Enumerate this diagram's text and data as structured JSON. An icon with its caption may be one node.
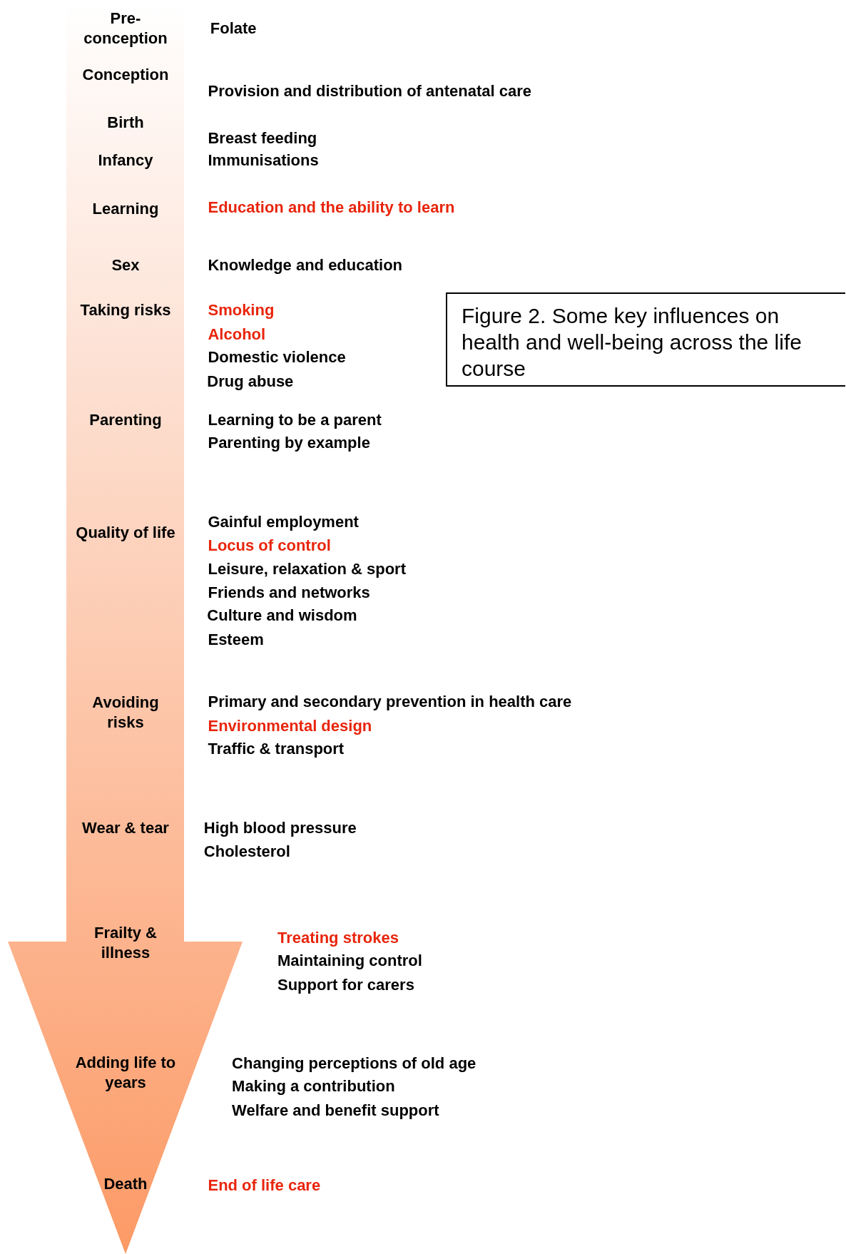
{
  "diagram": {
    "caption": "Figure 2. Some key influences on health and well-being across the life course",
    "nodes": [
      {
        "text": [
          "Pre-conception",
          "Conception",
          "Birth",
          "Infancy",
          "Learning",
          "Sex",
          "Taking risks",
          "Parenting",
          "Quality of life",
          "Avoiding risks",
          "Wear & tear",
          "Frailty & illness",
          "Adding life to years",
          "Death"
        ]
      }
    ],
    "labels": [
      "Folate",
      "Provision and distribution of antenatal care",
      "Breast feeding",
      "Immunisations",
      "Education and the ability to learn",
      "Knowledge and education",
      "Smoking",
      "Alcohol",
      "Domestic violence",
      "Drug abuse",
      "Learning to be a parent",
      "Parenting by example",
      "Gainful employment",
      "Locus of control",
      "Leisure, relaxation & sport",
      "Friends and networks",
      "Culture and wisdom",
      "Esteem",
      "Primary and secondary prevention in health care",
      "Environmental design",
      "Traffic & transport",
      "High blood pressure",
      "Cholesterol",
      "Treating strokes",
      "Maintaining control",
      "Support for carers",
      "Changing perceptions of old age",
      "Making a contribution",
      "Welfare and benefit support",
      "End of life care"
    ]
  }
}
